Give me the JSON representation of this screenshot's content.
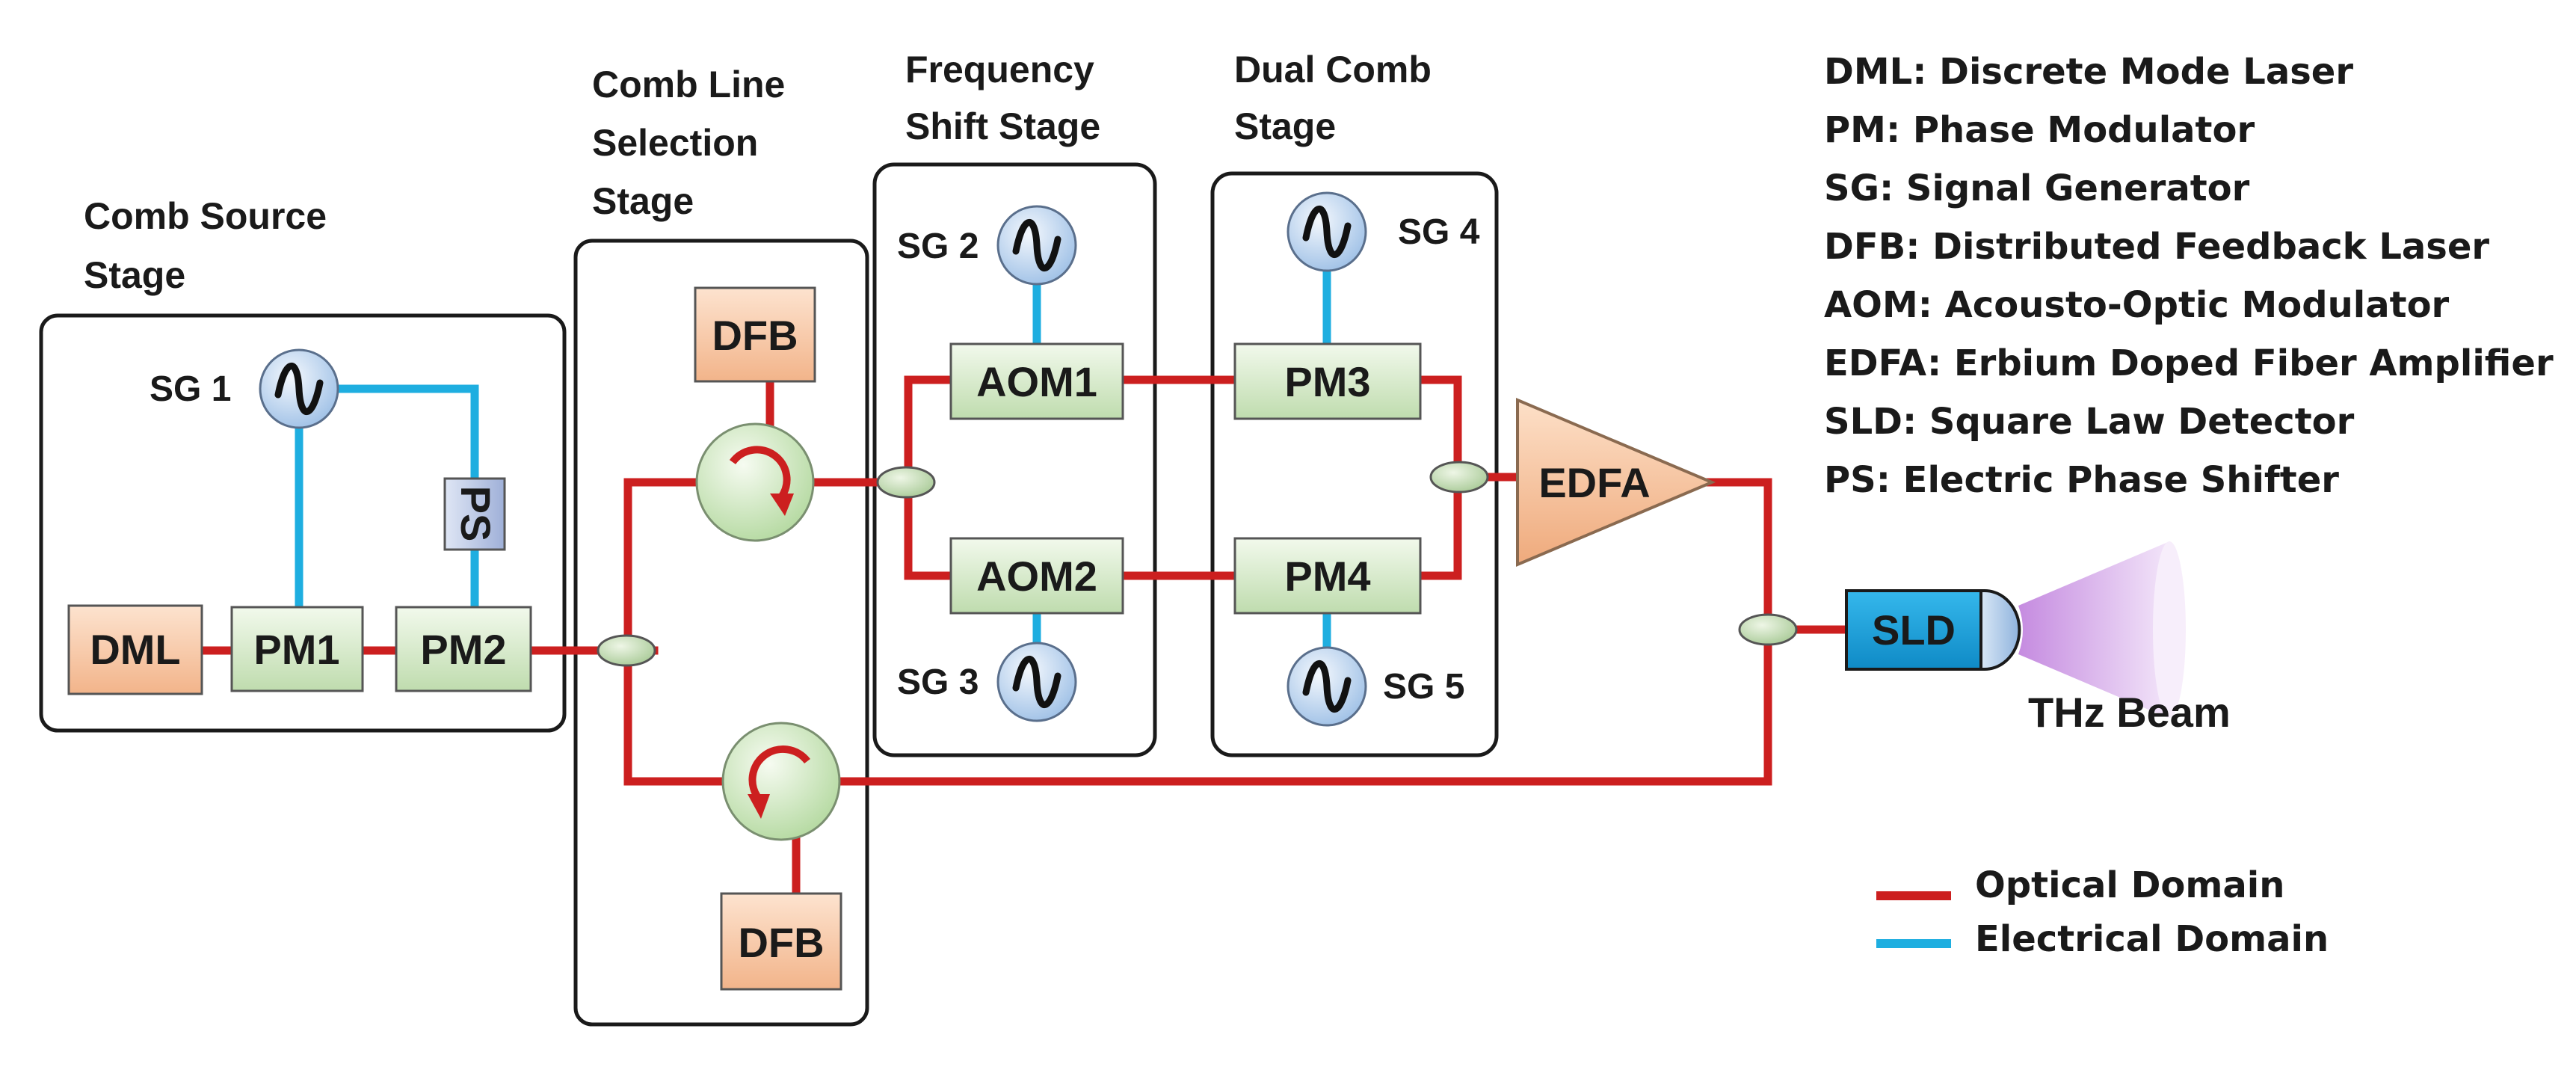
{
  "stages": {
    "comb_source": [
      "Comb Source",
      "Stage"
    ],
    "comb_line_selection": [
      "Comb Line",
      "Selection",
      "Stage"
    ],
    "frequency_shift": [
      "Frequency",
      "Shift Stage"
    ],
    "dual_comb": [
      "Dual Comb",
      "Stage"
    ]
  },
  "signal_generators": {
    "sg1": "SG 1",
    "sg2": "SG 2",
    "sg3": "SG 3",
    "sg4": "SG 4",
    "sg5": "SG 5"
  },
  "components": {
    "dml": "DML",
    "pm1": "PM1",
    "pm2": "PM2",
    "ps": "PS",
    "dfb_top": "DFB",
    "dfb_bottom": "DFB",
    "aom1": "AOM1",
    "aom2": "AOM2",
    "pm3": "PM3",
    "pm4": "PM4",
    "edfa": "EDFA",
    "sld": "SLD",
    "thz_beam": "THz Beam"
  },
  "abbreviations": [
    "DML: Discrete Mode Laser",
    "PM: Phase Modulator",
    "SG: Signal Generator",
    "DFB: Distributed Feedback Laser",
    "AOM: Acousto-Optic Modulator",
    "EDFA: Erbium Doped Fiber Amplifier",
    "SLD: Square Law Detector",
    "PS: Electric Phase Shifter"
  ],
  "legend": {
    "optical": {
      "label": "Optical Domain",
      "color": "#cc1f1f"
    },
    "electrical": {
      "label": "Electrical Domain",
      "color": "#1eaee0"
    }
  },
  "icons": {
    "signal_generator": "sine-wave-icon",
    "circulator": "circular-arrow-icon",
    "coupler": "ellipse-coupler-icon"
  }
}
